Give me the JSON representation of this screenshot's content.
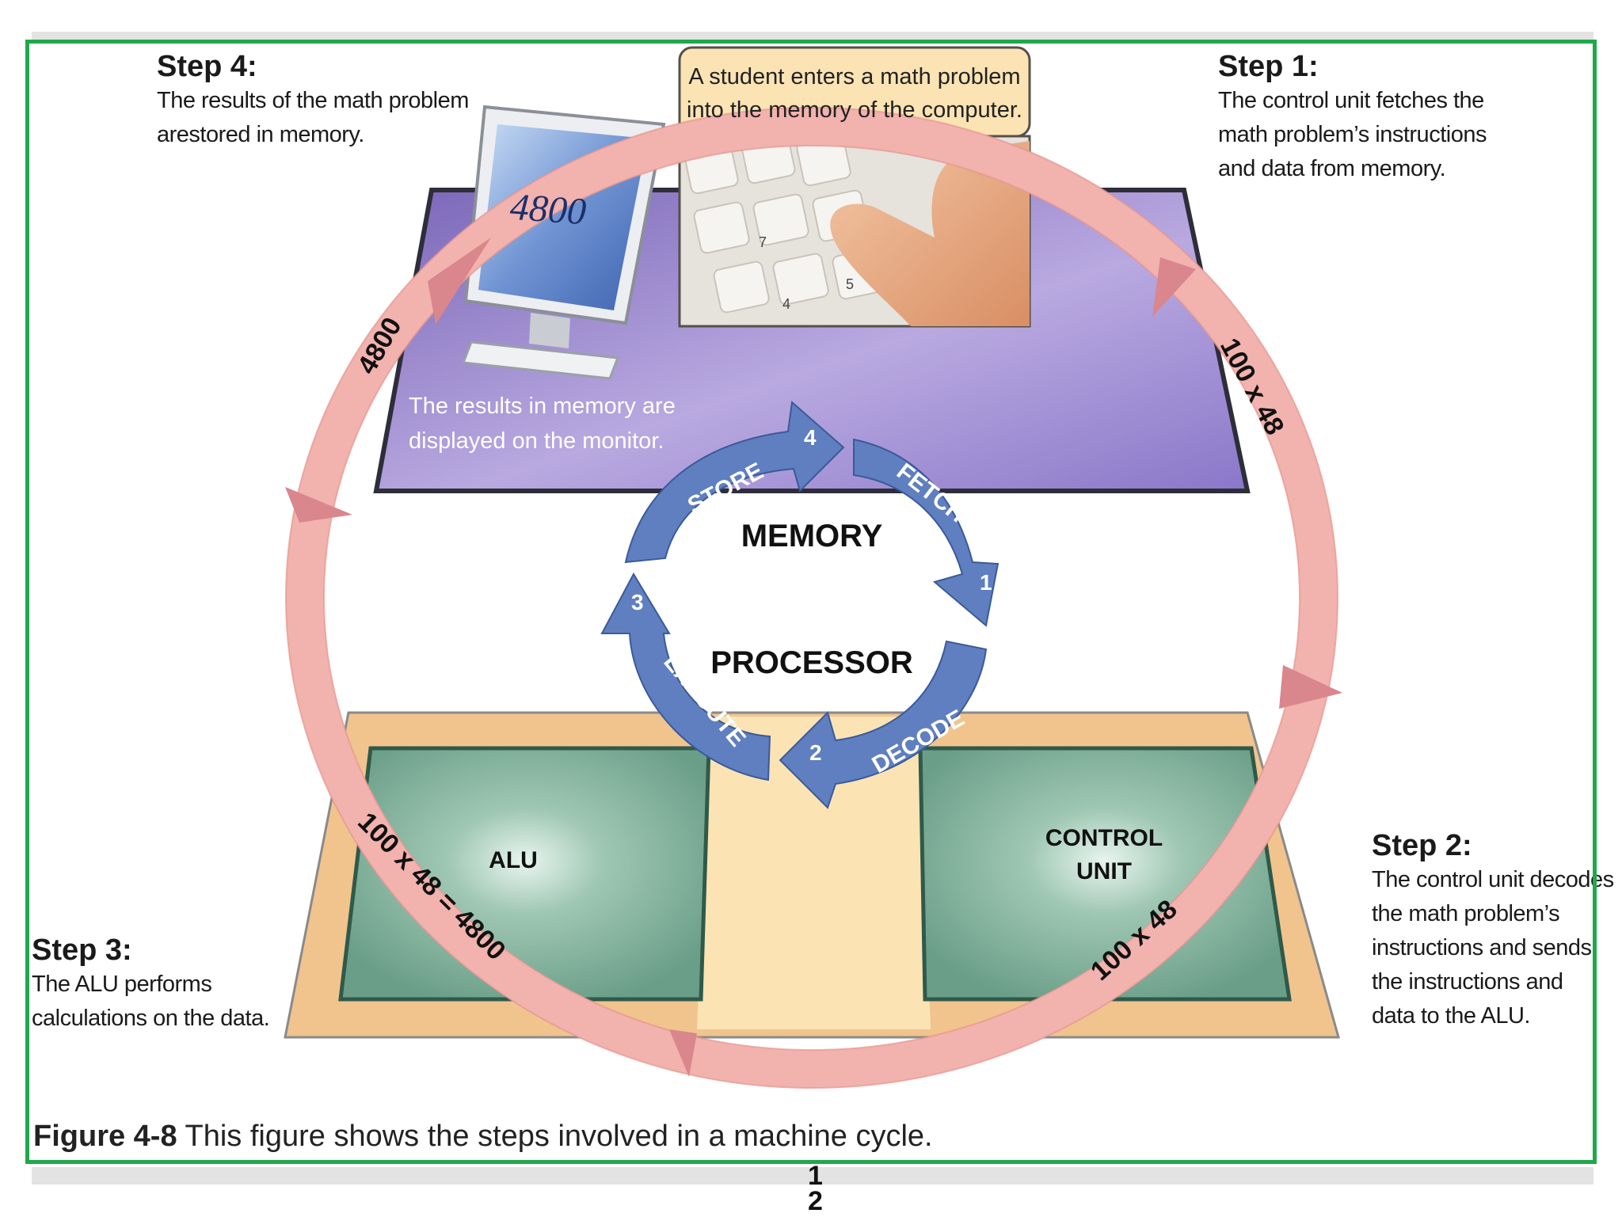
{
  "steps": {
    "step4": {
      "title": "Step 4:",
      "lines": [
        "The results of the math problem",
        "arestored in memory."
      ]
    },
    "step1": {
      "title": "Step 1:",
      "lines": [
        "The control unit fetches the",
        "math problem’s instructions",
        "and data from memory."
      ]
    },
    "step2": {
      "title": "Step 2:",
      "lines": [
        "The control unit decodes",
        "the math problem’s",
        "instructions and sends",
        "the instructions and",
        "data to the ALU."
      ]
    },
    "step3": {
      "title": "Step 3:",
      "lines": [
        "The ALU performs",
        "calculations on the data."
      ]
    }
  },
  "student_box": {
    "lines": [
      "A student enters a math problem",
      "into the memory of the computer."
    ]
  },
  "keyboard_keys": [
    "7",
    "5",
    "4"
  ],
  "monitor": {
    "display_value": "4800"
  },
  "monitor_caption": {
    "lines": [
      "The results in memory are",
      "displayed on the monitor."
    ]
  },
  "cycle": {
    "memory_label": "MEMORY",
    "processor_label": "PROCESSOR",
    "arrows": {
      "fetch": {
        "label": "FETCH",
        "number": "1"
      },
      "decode": {
        "label": "DECODE",
        "number": "2"
      },
      "execute": {
        "label": "EXECUTE",
        "number": "3"
      },
      "store": {
        "label": "STORE",
        "number": "4"
      }
    }
  },
  "ring_labels": {
    "top_right": "100 x 48",
    "bottom_right": "100 x 48",
    "bottom_left": "100 x 48 = 4800",
    "top_left": "4800"
  },
  "chip": {
    "alu_label": "ALU",
    "control_unit_lines": [
      "CONTROL",
      "UNIT"
    ]
  },
  "caption": {
    "figure_label": "Figure 4-8",
    "text": "This figure shows the steps involved in a machine cycle."
  },
  "page_numbers": [
    "1",
    "2"
  ],
  "colors": {
    "border": "#1fa84a",
    "memory_board": "#8b78c6",
    "ring": "#f2b2ae",
    "cycle_arrow": "#5f7fc0",
    "chip_green": "#6fa58f",
    "chip_tan": "#f1c48e"
  }
}
